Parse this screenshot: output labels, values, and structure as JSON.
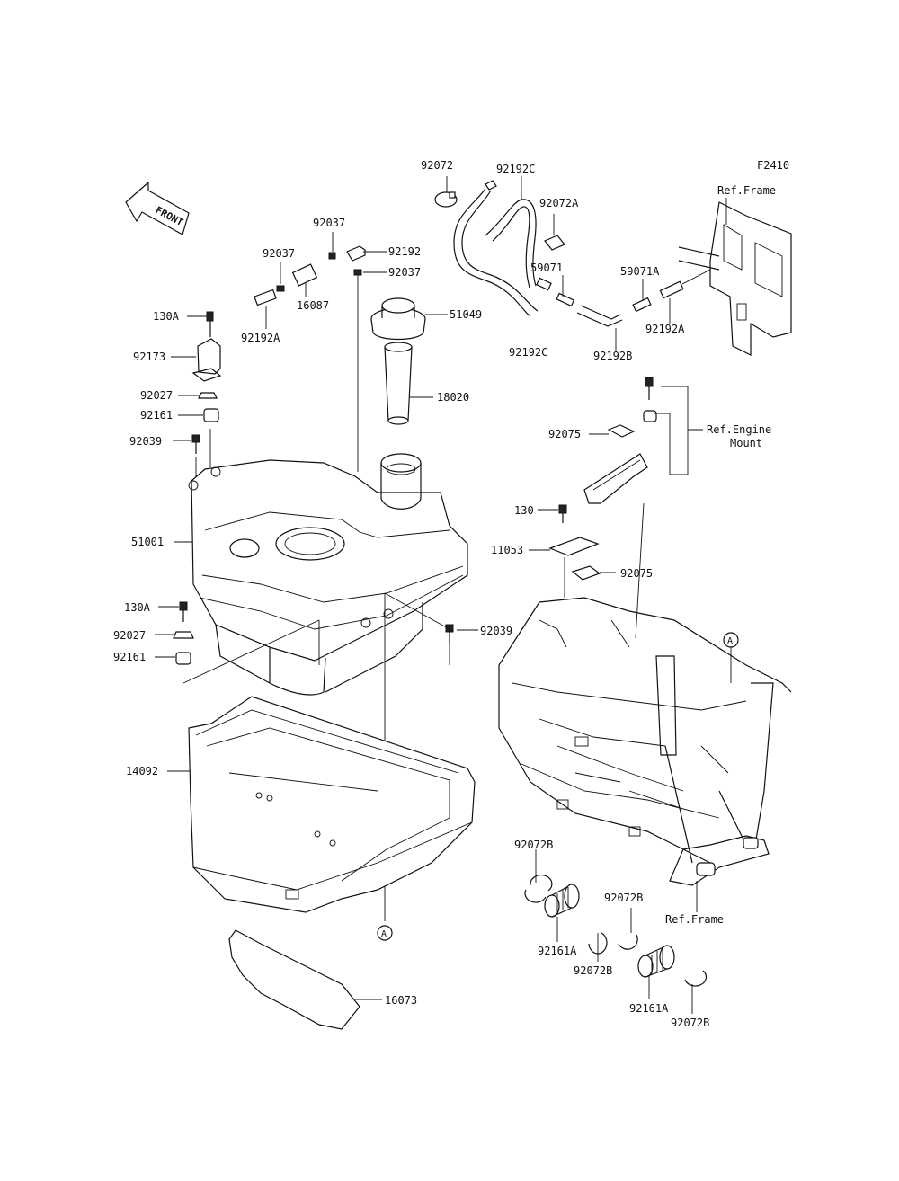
{
  "diagram": {
    "figure_code": "F2410",
    "front_label": "FRONT",
    "circle_ref": "A",
    "ref_frame": "Ref.Frame",
    "ref_engine_mount_line1": "Ref.Engine",
    "ref_engine_mount_line2": "Mount",
    "parts": {
      "p92072_top": "92072",
      "p92192C_top": "92192C",
      "p92072A": "92072A",
      "p92037_a": "92037",
      "p92037_b": "92037",
      "p92192": "92192",
      "p92037_c": "92037",
      "p16087": "16087",
      "p92192A_left": "92192A",
      "p51049": "51049",
      "p59071": "59071",
      "p59071A": "59071A",
      "p92192C_bot": "92192C",
      "p92192B": "92192B",
      "p92192A_right": "92192A",
      "p130A_top": "130A",
      "p92173": "92173",
      "p92027_top": "92027",
      "p92161_top": "92161",
      "p92039_left": "92039",
      "p18020": "18020",
      "p92075_top": "92075",
      "p130": "130",
      "p11053": "11053",
      "p92075_bot": "92075",
      "p51001": "51001",
      "p130A_mid": "130A",
      "p92027_mid": "92027",
      "p92161_mid": "92161",
      "p92039_right": "92039",
      "p14092": "14092",
      "p92072B_1": "92072B",
      "p92072B_2": "92072B",
      "p92161A_1": "92161A",
      "p92072B_3": "92072B",
      "p92161A_2": "92161A",
      "p92072B_4": "92072B",
      "p16073": "16073"
    }
  }
}
